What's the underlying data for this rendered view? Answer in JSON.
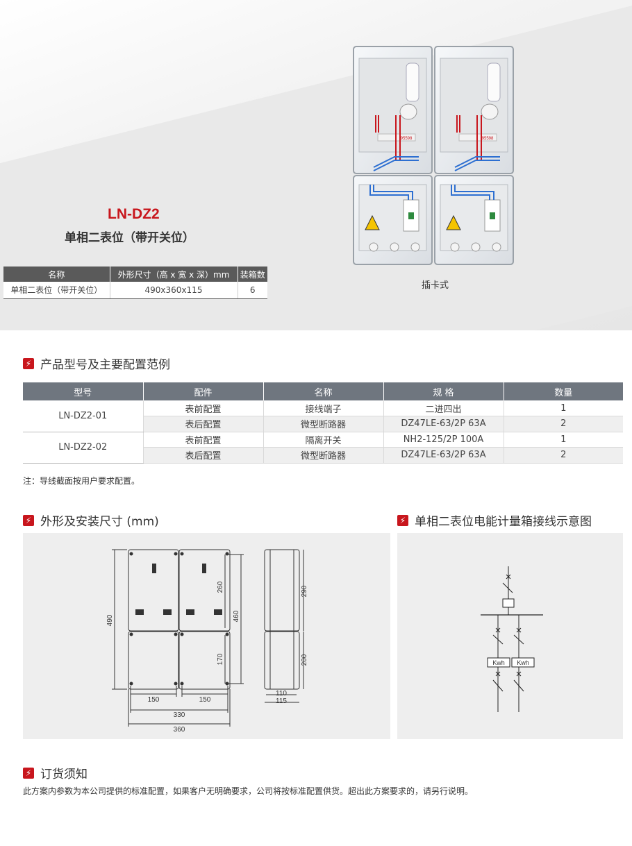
{
  "hero": {
    "model": "LN-DZ2",
    "subtitle": "单相二表位（带开关位）",
    "label_95598": "95598",
    "caption": "插卡式"
  },
  "spec_table": {
    "headers": [
      "名称",
      "外形尺寸（高 x 宽 x 深）mm",
      "装箱数"
    ],
    "row": [
      "单相二表位（带开关位）",
      "490x360x115",
      "6"
    ]
  },
  "config_section": {
    "title": "产品型号及主要配置范例",
    "headers": [
      "型号",
      "配件",
      "名称",
      "规 格",
      "数量"
    ],
    "groups": [
      {
        "model": "LN-DZ2-01",
        "rows": [
          [
            "表前配置",
            "接线端子",
            "二进四出",
            "1"
          ],
          [
            "表后配置",
            "微型断路器",
            "DZ47LE-63/2P 63A",
            "2"
          ]
        ]
      },
      {
        "model": "LN-DZ2-02",
        "rows": [
          [
            "表前配置",
            "隔离开关",
            "NH2-125/2P 100A",
            "1"
          ],
          [
            "表后配置",
            "微型断路器",
            "DZ47LE-63/2P 63A",
            "2"
          ]
        ]
      }
    ],
    "note": "注：导线截面按用户要求配置。"
  },
  "dimension_section": {
    "title": "外形及安装尺寸 (mm)",
    "labels": {
      "h490": "490",
      "h260": "260",
      "h460": "460",
      "h170": "170",
      "w150a": "150",
      "w150b": "150",
      "w330": "330",
      "w360": "360",
      "s290": "290",
      "s200": "200",
      "s110": "110",
      "s115": "115"
    }
  },
  "wiring_section": {
    "title": "单相二表位电能计量箱接线示意图",
    "meter_a": "Kwh",
    "meter_b": "Kwh"
  },
  "order_section": {
    "title": "订货须知",
    "text": "此方案内参数为本公司提供的标准配置，如果客户无明确要求，公司将按标准配置供货。超出此方案要求的，请另行说明。"
  },
  "colors": {
    "accent": "#c8161d",
    "table_header": "#6f767f",
    "panel_bg": "#eeeeee"
  }
}
